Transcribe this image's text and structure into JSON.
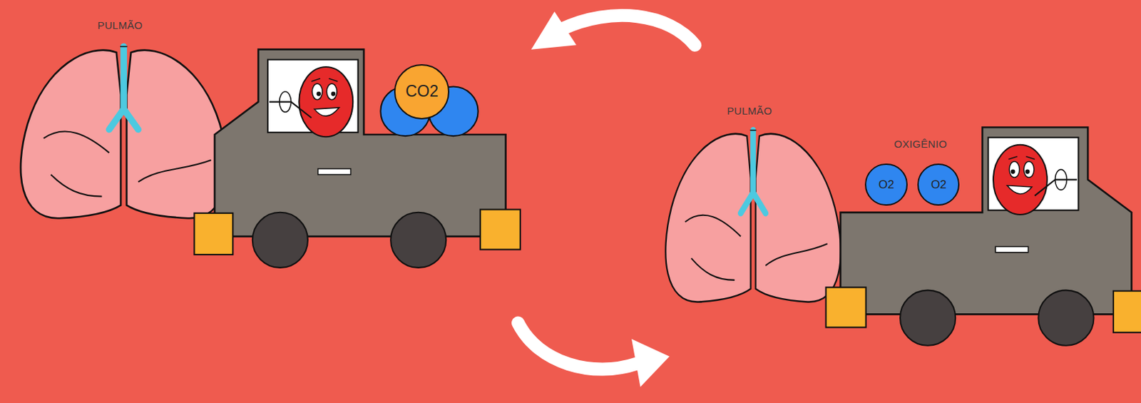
{
  "diagram": {
    "nodes": [
      {
        "text": [
          "CO2"
        ]
      },
      {
        "text": [
          "O2"
        ]
      },
      {
        "text": [
          "O2"
        ]
      }
    ],
    "labels": [
      "PULMÃO",
      "PULMÃO",
      "OXIGÊNIO"
    ]
  }
}
